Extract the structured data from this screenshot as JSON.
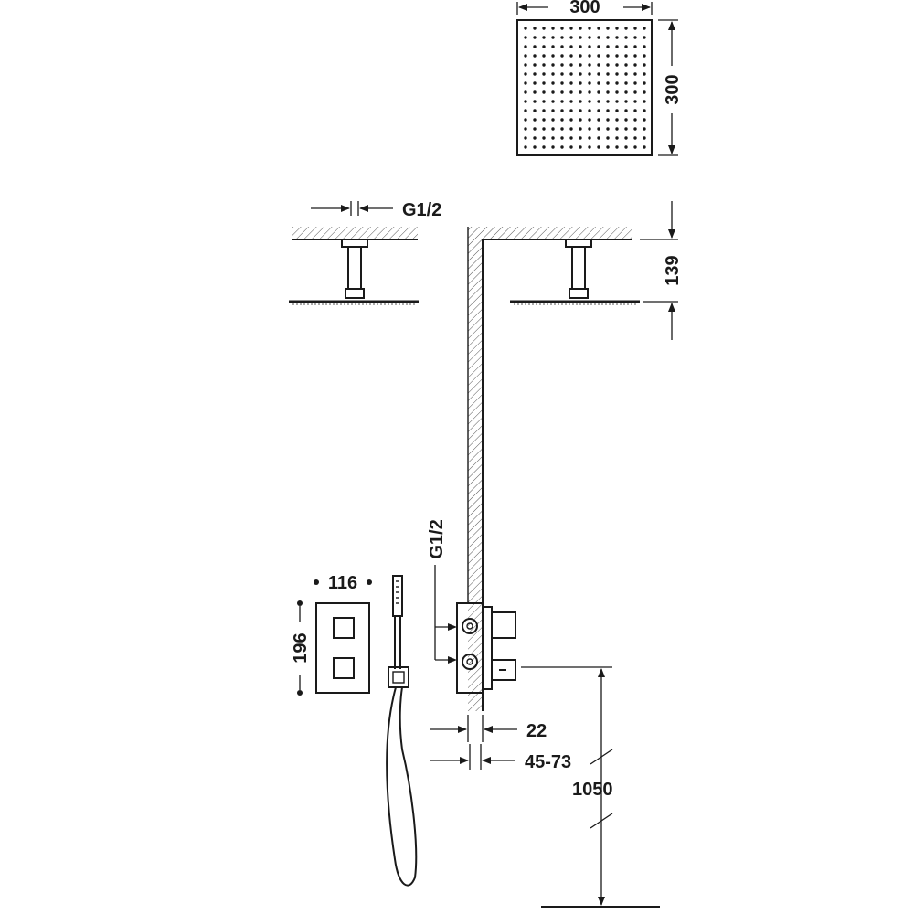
{
  "dimensions": {
    "head_width": "300",
    "head_height": "300",
    "inlet_thread_top": "G1/2",
    "arm_drop": "139",
    "inlet_thread_side": "G1/2",
    "plate_width": "116",
    "plate_height": "196",
    "depth_22": "22",
    "depth_range": "45-73",
    "install_height": "1050"
  },
  "colors": {
    "line": "#1a1a1a",
    "background": "#ffffff"
  }
}
